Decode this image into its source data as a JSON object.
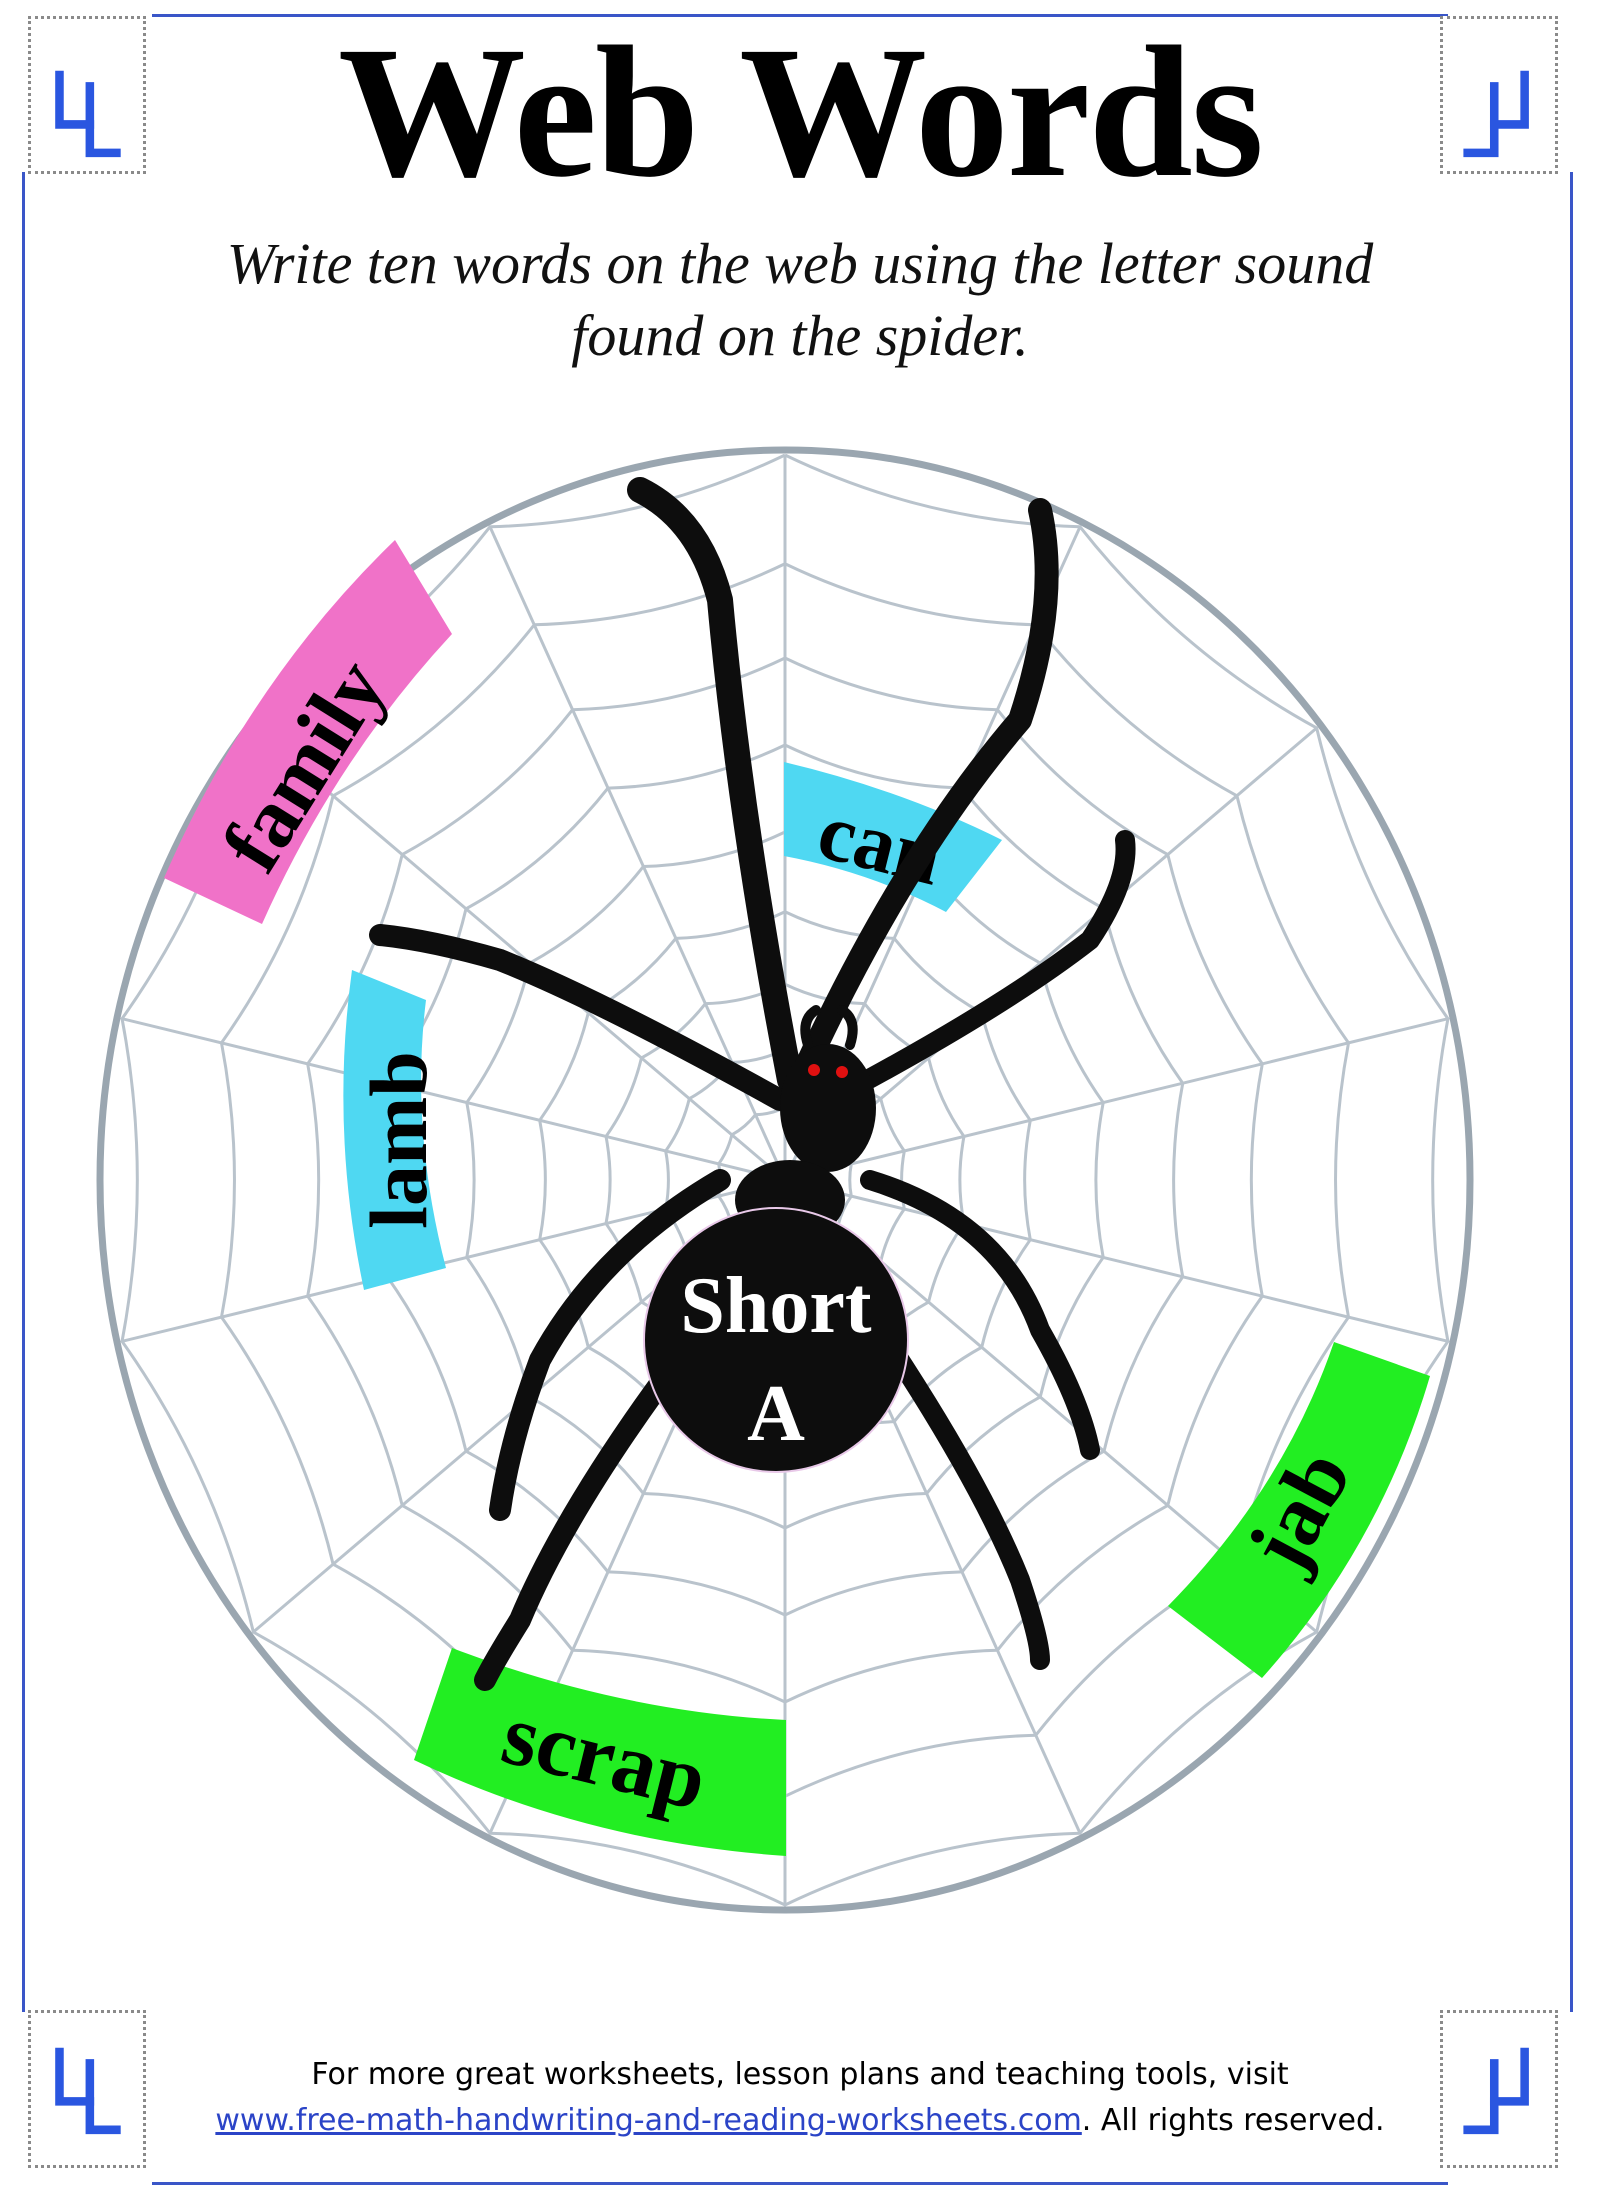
{
  "header": {
    "title": "Web Words",
    "instruction_line1": "Write ten words on the web using the letter sound",
    "instruction_line2": "found on the spider."
  },
  "spider": {
    "label_line1": "Short",
    "label_line2": "A"
  },
  "web_words": {
    "family": "family",
    "can": "can",
    "lamb": "lamb",
    "jab": "jab",
    "scrap": "scrap"
  },
  "footer": {
    "line1": "For more great worksheets, lesson plans and teaching tools, visit",
    "link_text": "www.free-math-handwriting-and-reading-worksheets.com",
    "line2_suffix": ". All rights reserved."
  },
  "colors": {
    "frame": "#3a56c8",
    "pink_label": "#f072c8",
    "cyan_label": "#4fd8f2",
    "green_label": "#22ee22",
    "web_lines": "#b9c3cc",
    "web_rim": "#9aa6b0"
  },
  "icons": {
    "corner": "logo-corner-icon",
    "spider": "spider-icon"
  }
}
